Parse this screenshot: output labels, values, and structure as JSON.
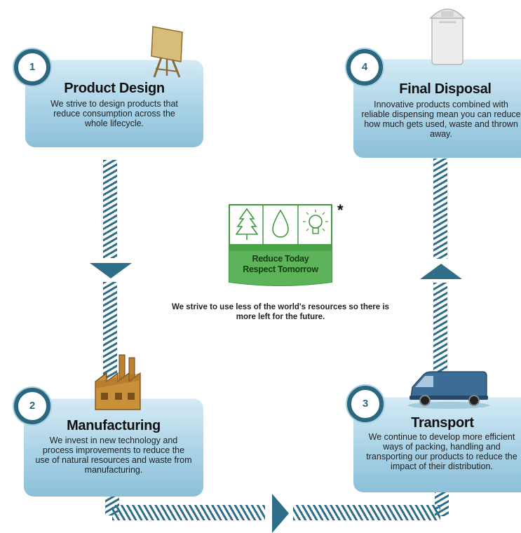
{
  "stages": [
    {
      "number": "1",
      "title": "Product Design",
      "description": "We strive to design products that reduce consumption across the whole lifecycle.",
      "icon": "easel-icon"
    },
    {
      "number": "2",
      "title": "Manufacturing",
      "description": "We invest in new technology and process improvements to reduce the use of natural resources and waste from manufacturing.",
      "icon": "factory-icon"
    },
    {
      "number": "3",
      "title": "Transport",
      "description": "We continue to develop more efficient ways of packing, handling and transporting our products to reduce the impact of their distribution.",
      "icon": "van-icon"
    },
    {
      "number": "4",
      "title": "Final Disposal",
      "description": "Innovative products combined with reliable dispensing mean you can reduce how much gets used, waste and thrown away.",
      "icon": "trash-bin-icon"
    }
  ],
  "logo": {
    "line1": "Reduce Today",
    "line2": "Respect Tomorrow",
    "asterisk": "*",
    "icons": [
      "tree-icon",
      "water-drop-icon",
      "light-bulb-icon"
    ],
    "green": "#3f9a3e"
  },
  "mission": "We strive to use less of the world's resources so there is more left for the future.",
  "colors": {
    "connector": "#2f6e88",
    "card_top": "#d4ebf5",
    "card_bottom": "#8cc0da",
    "badge_ring": "#2c6780"
  }
}
